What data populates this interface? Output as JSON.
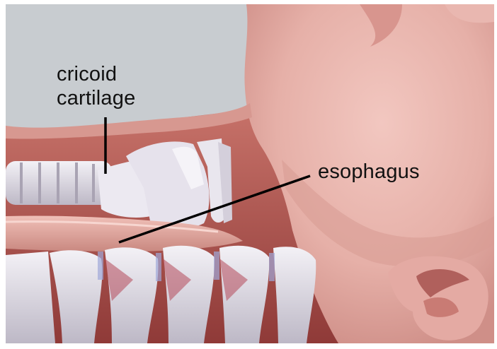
{
  "labels": {
    "cricoid_line1": "cricoid",
    "cricoid_line2": "cartilage",
    "esophagus": "esophagus"
  },
  "colors": {
    "background_gray": "#c8ccd0",
    "skin": "#e8b7b0",
    "skin_shadow": "#d79a91",
    "cartilage": "#e9e6ee",
    "esophagus": "#e2a7a0",
    "vertebrae": "#ddd9e2",
    "muscle": "#b55a56",
    "label_text": "#111111"
  }
}
